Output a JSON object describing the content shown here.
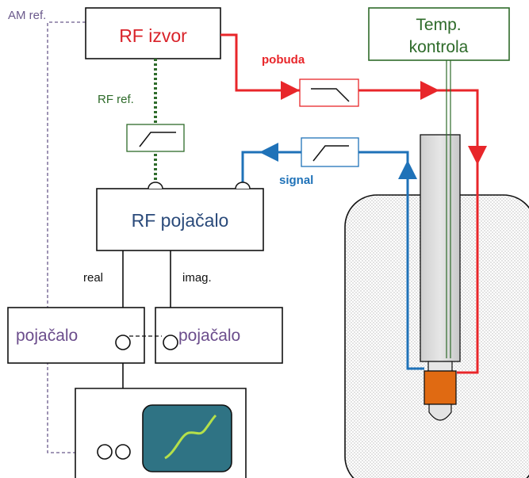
{
  "blocks": {
    "rf_source": "RF izvor",
    "temp_control_line1": "Temp.",
    "temp_control_line2": "kontrola",
    "rf_amplifier": "RF pojačalo",
    "amplifier_left": "pojačalo",
    "amplifier_right": "pojačalo"
  },
  "labels": {
    "am_ref": "AM ref.",
    "rf_ref": "RF ref.",
    "excitation": "pobuda",
    "signal": "signal",
    "real": "real",
    "imag": "imag."
  },
  "colors": {
    "excitation_line": "#e8262a",
    "signal_line": "#1f72b8",
    "rf_ref_line": "#2e6b2a",
    "am_ref_line": "#6b5a8c",
    "rf_source_text": "#d9232a",
    "temp_control_text": "#2e6b2a",
    "rf_amplifier_text": "#2a4a7a",
    "amplifier_text": "#6b4d8c",
    "signal_text": "#1f72b8",
    "oscilloscope_screen": "#2f7384",
    "oscilloscope_trace": "#b5e04a",
    "sample_holder": "#e06a12",
    "filter_lowpass": "#e8262a",
    "filter_highpass_ref": "#2e6b2a",
    "filter_highpass_signal": "#1f72b8"
  },
  "icons": {
    "lowpass_filter": "lowpass-filter-icon",
    "highpass_filter": "highpass-filter-icon",
    "connector": "connector-icon",
    "oscilloscope_trace": "trace-icon"
  }
}
